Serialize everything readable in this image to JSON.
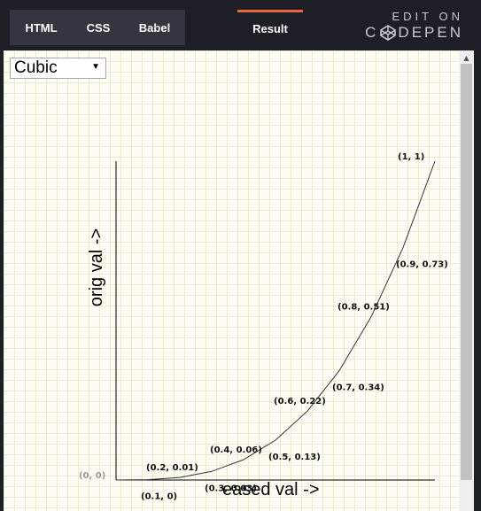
{
  "tabs": [
    {
      "label": "HTML"
    },
    {
      "label": "CSS"
    },
    {
      "label": "Babel"
    },
    {
      "label": "Result"
    }
  ],
  "brand": {
    "line1": "EDIT ON",
    "line2_left": "C",
    "line2_right": "DEPEN"
  },
  "select": {
    "value": "Cubic"
  },
  "chart_data": {
    "type": "line",
    "xlabel": "eased val ->",
    "ylabel": "orig val ->",
    "xlim": [
      0,
      1
    ],
    "ylim": [
      0,
      1
    ],
    "points": [
      {
        "x": 0,
        "y": 0,
        "label": "(0, 0)"
      },
      {
        "x": 0.1,
        "y": 0.001,
        "label": "(0.1, 0)"
      },
      {
        "x": 0.2,
        "y": 0.008,
        "label": "(0.2, 0.01)"
      },
      {
        "x": 0.3,
        "y": 0.027,
        "label": "(0.3, 0.03)"
      },
      {
        "x": 0.4,
        "y": 0.064,
        "label": "(0.4, 0.06)"
      },
      {
        "x": 0.5,
        "y": 0.125,
        "label": "(0.5, 0.13)"
      },
      {
        "x": 0.6,
        "y": 0.216,
        "label": "(0.6, 0.22)"
      },
      {
        "x": 0.7,
        "y": 0.343,
        "label": "(0.7, 0.34)"
      },
      {
        "x": 0.8,
        "y": 0.512,
        "label": "(0.8, 0.51)"
      },
      {
        "x": 0.9,
        "y": 0.729,
        "label": "(0.9, 0.73)"
      },
      {
        "x": 1,
        "y": 1,
        "label": "(1, 1)"
      }
    ]
  }
}
